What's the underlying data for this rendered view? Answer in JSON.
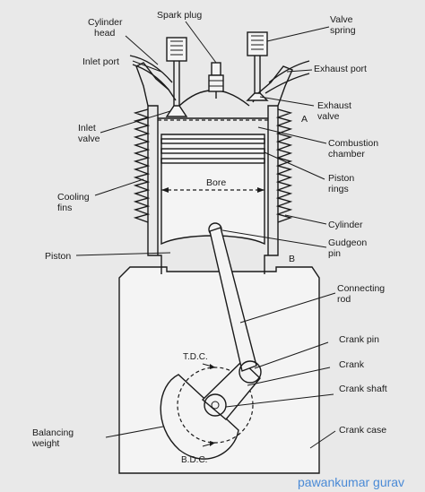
{
  "labels": {
    "cylinder_head": [
      "Cylinder",
      "head"
    ],
    "spark_plug": "Spark plug",
    "valve_spring": [
      "Valve",
      "spring"
    ],
    "inlet_port": "Inlet port",
    "exhaust_port": "Exhaust port",
    "exhaust_valve": [
      "Exhaust",
      "valve"
    ],
    "inlet_valve": [
      "Inlet",
      "valve"
    ],
    "combustion_chamber": [
      "Combustion",
      "chamber"
    ],
    "piston_rings": [
      "Piston",
      "rings"
    ],
    "cooling_fins": [
      "Cooling",
      "fins"
    ],
    "bore": "Bore",
    "cylinder": "Cylinder",
    "piston": "Piston",
    "gudgeon_pin": [
      "Gudgeon",
      "pin"
    ],
    "connecting_rod": [
      "Connecting",
      "rod"
    ],
    "crank_pin": "Crank pin",
    "crank": "Crank",
    "crank_shaft": "Crank shaft",
    "tdc": "T.D.C.",
    "bdc": "B.D.C.",
    "balancing_weight": [
      "Balancing",
      "weight"
    ],
    "crank_case": "Crank case",
    "marker_a": "A",
    "marker_b": "B"
  },
  "watermark": "pawankumar gurav",
  "colors": {
    "background": "#e9e9e9",
    "ink": "#1a1a1a",
    "watermark": "#4a8ad6"
  }
}
